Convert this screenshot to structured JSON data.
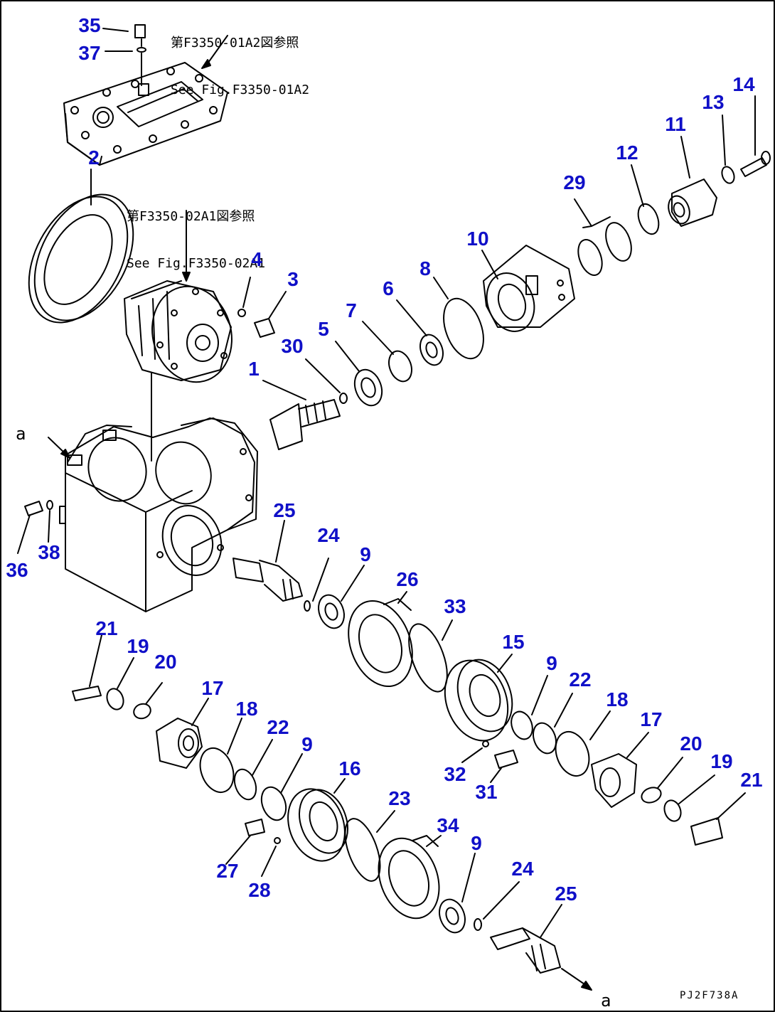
{
  "diagram": {
    "notes": {
      "top_jp": "第F3350-01A2図参照",
      "top_en": "See Fig.F3350-01A2",
      "mid_jp": "第F3350-02A1図参照",
      "mid_en": "See Fig.F3350-02A1"
    },
    "ref_letters": {
      "left": "a",
      "bottom": "a"
    },
    "drawing_code": "PJ2F738A",
    "callout_color": "#1010c8",
    "line_color": "#000000",
    "callouts": [
      {
        "id": "c35",
        "text": "35"
      },
      {
        "id": "c37",
        "text": "37"
      },
      {
        "id": "c2",
        "text": "2"
      },
      {
        "id": "c4",
        "text": "4"
      },
      {
        "id": "c3",
        "text": "3"
      },
      {
        "id": "c30",
        "text": "30"
      },
      {
        "id": "c5",
        "text": "5"
      },
      {
        "id": "c7",
        "text": "7"
      },
      {
        "id": "c6",
        "text": "6"
      },
      {
        "id": "c8",
        "text": "8"
      },
      {
        "id": "c10",
        "text": "10"
      },
      {
        "id": "c29",
        "text": "29"
      },
      {
        "id": "c12",
        "text": "12"
      },
      {
        "id": "c11",
        "text": "11"
      },
      {
        "id": "c13",
        "text": "13"
      },
      {
        "id": "c14",
        "text": "14"
      },
      {
        "id": "c1",
        "text": "1"
      },
      {
        "id": "c25a",
        "text": "25"
      },
      {
        "id": "c24a",
        "text": "24"
      },
      {
        "id": "c9a",
        "text": "9"
      },
      {
        "id": "c26",
        "text": "26"
      },
      {
        "id": "c33",
        "text": "33"
      },
      {
        "id": "c15",
        "text": "15"
      },
      {
        "id": "c9b",
        "text": "9"
      },
      {
        "id": "c22a",
        "text": "22"
      },
      {
        "id": "c18a",
        "text": "18"
      },
      {
        "id": "c17a",
        "text": "17"
      },
      {
        "id": "c20a",
        "text": "20"
      },
      {
        "id": "c19a",
        "text": "19"
      },
      {
        "id": "c21a",
        "text": "21"
      },
      {
        "id": "c32",
        "text": "32"
      },
      {
        "id": "c31",
        "text": "31"
      },
      {
        "id": "c36",
        "text": "36"
      },
      {
        "id": "c38",
        "text": "38"
      },
      {
        "id": "c21b",
        "text": "21"
      },
      {
        "id": "c19b",
        "text": "19"
      },
      {
        "id": "c20b",
        "text": "20"
      },
      {
        "id": "c17b",
        "text": "17"
      },
      {
        "id": "c18b",
        "text": "18"
      },
      {
        "id": "c22b",
        "text": "22"
      },
      {
        "id": "c9c",
        "text": "9"
      },
      {
        "id": "c16",
        "text": "16"
      },
      {
        "id": "c23",
        "text": "23"
      },
      {
        "id": "c34",
        "text": "34"
      },
      {
        "id": "c9d",
        "text": "9"
      },
      {
        "id": "c24b",
        "text": "24"
      },
      {
        "id": "c25b",
        "text": "25"
      },
      {
        "id": "c27",
        "text": "27"
      },
      {
        "id": "c28",
        "text": "28"
      }
    ]
  }
}
